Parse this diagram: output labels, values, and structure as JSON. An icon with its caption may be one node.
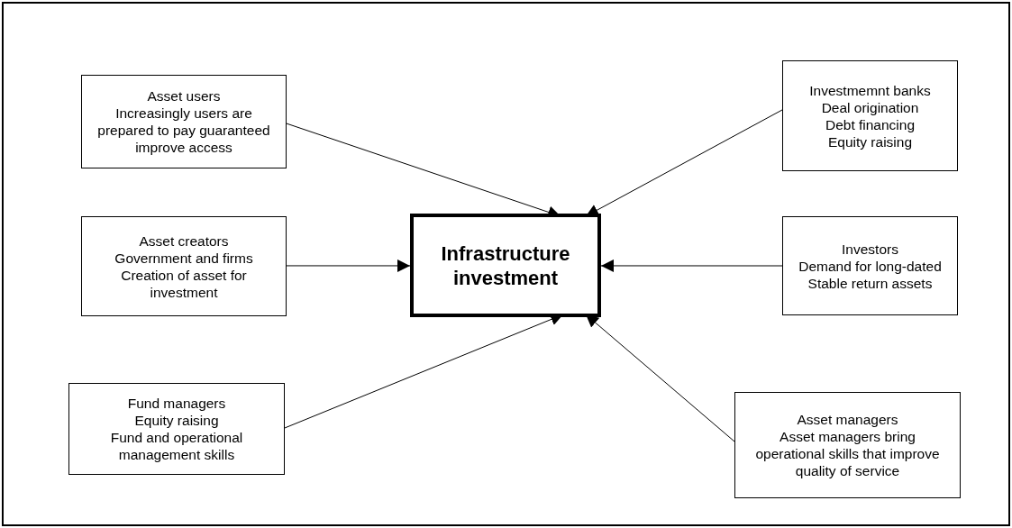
{
  "diagram": {
    "nodes": [
      {
        "text": [
          "Infrastructure investment"
        ]
      },
      {
        "text": [
          "Asset users",
          "Increasingly users are prepared to pay guaranteed improve access"
        ]
      },
      {
        "text": [
          "Investmemnt banks",
          "Deal origination",
          "Debt financing",
          "Equity raising"
        ]
      },
      {
        "text": [
          "Asset creators",
          "Government and firms",
          "Creation of asset for investment"
        ]
      },
      {
        "text": [
          "Investors",
          "Demand for long-dated",
          "Stable return assets"
        ]
      },
      {
        "text": [
          "Fund managers",
          "Equity raising",
          "Fund and operational management skills"
        ]
      },
      {
        "text": [
          "Asset managers",
          "Asset managers bring operational skills that improve quality of service"
        ]
      }
    ],
    "edges": [
      {
        "from": 1,
        "to": 0,
        "arrow": "to"
      },
      {
        "from": 2,
        "to": 0,
        "arrow": "to"
      },
      {
        "from": 3,
        "to": 0,
        "arrow": "to"
      },
      {
        "from": 4,
        "to": 0,
        "arrow": "to"
      },
      {
        "from": 5,
        "to": 0,
        "arrow": "to"
      },
      {
        "from": 6,
        "to": 0,
        "arrow": "to"
      }
    ]
  }
}
